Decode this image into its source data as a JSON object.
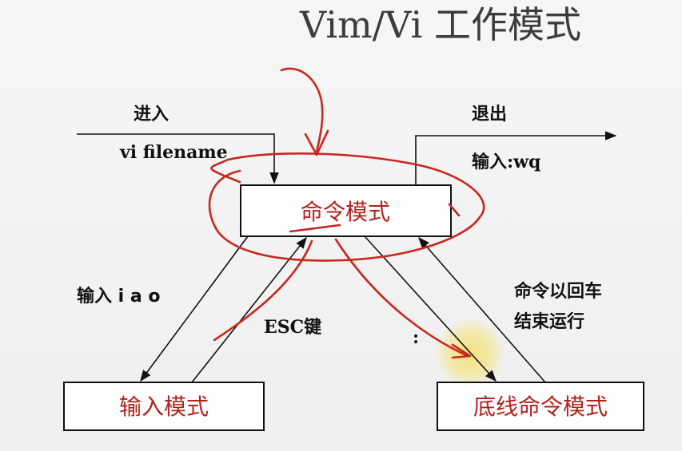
{
  "title": "Vim/Vi 工作模式",
  "entry": {
    "heading": "进入",
    "command": "vi filename"
  },
  "exit": {
    "heading": "退出",
    "command": "输入:wq"
  },
  "modes": {
    "command_mode": "命令模式",
    "insert_mode": "输入模式",
    "last_line_mode": "底线命令模式"
  },
  "transitions": {
    "to_insert": "输入 i a o",
    "esc": "ESC键",
    "colon": ":",
    "run_command": [
      "命令以回车",
      "结束运行"
    ]
  },
  "colors": {
    "box_text": "#b2231c",
    "annotation_ink": "#c9261d",
    "highlight": "#f3e27a"
  }
}
